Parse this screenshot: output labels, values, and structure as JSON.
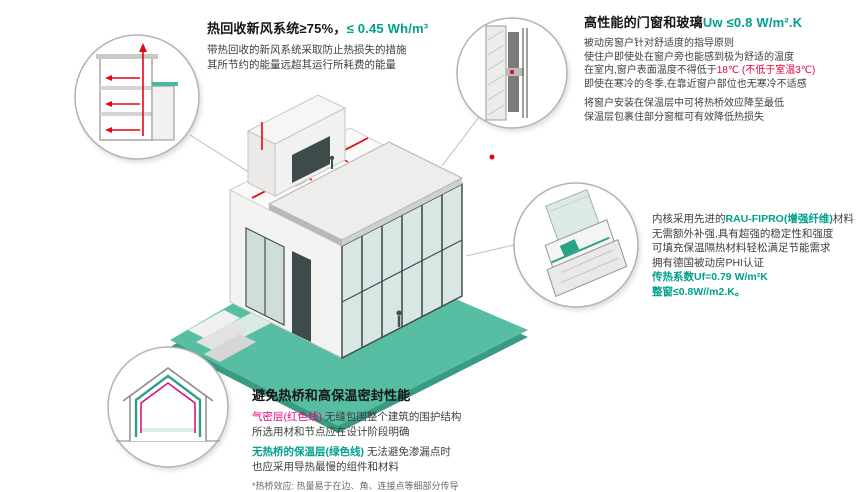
{
  "colors": {
    "accent_green": "#00A08C",
    "base_teal": "#57BEA4",
    "duct_red": "#E30613",
    "temperature_red": "#E60039",
    "airtight_magenta": "#E6007E",
    "title_text": "#151515",
    "body_text": "#3F3F3F",
    "circle_stroke": "#B3B3B3"
  },
  "annotations": {
    "heat_recovery": {
      "title_black": "热回收新风系统≥75%，",
      "title_green": "≤ 0.45 Wh/m³",
      "body": [
        "带热回收的新风系统采取防止热损失的措施",
        "其所节约的能量远超其运行所耗费的能量"
      ]
    },
    "windows": {
      "title_black": "高性能的门窗和玻璃",
      "title_green": "Uw ≤0.8 W/m².K",
      "body_1": "被动房窗户针对舒适度的指导原则",
      "body_2": "使住户即使处在窗户旁也能感到极为舒适的温度",
      "body_3_black": "在室内,窗户表面温度不得低于",
      "body_3_red": "18℃ (不低于室温3℃)",
      "body_4": "即使在寒冷的冬季,在靠近窗户部位也无寒冷不适感",
      "body_5": "将窗户安装在保温层中可将热桥效应降至最低",
      "body_6": "保温层包裹住部分窗框可有效降低热损失"
    },
    "profile": {
      "line1_black": "内核采用先进的",
      "line1_green": "RAU-FIPRO(增强纤维)",
      "line1_black2": "材料",
      "body": [
        "无需额外补强,具有超强的稳定性和强度",
        "可填充保温隔热材料轻松满足节能需求",
        "拥有德国被动房PHI认证"
      ],
      "stat_1": "传热系数Uf=0.79 W/m²K",
      "stat_2": "整窗≤0.8W//m2.K。"
    },
    "thermal": {
      "title": "避免热桥和高保温密封性能",
      "line1_red": "气密层(红色线)",
      "line1_rest": " 无缝包围整个建筑的围护结构",
      "line2": "所选用材和节点应在设计阶段明确",
      "line3_green": "无热桥的保温层(绿色线)",
      "line3_rest": " 无法避免渗漏点时",
      "line4": "也应采用导热最慢的组件和材料",
      "footnote": "*热桥效应: 热量易于在边、角、连接点等细部分传导"
    }
  },
  "illustrations": {
    "house": "passive-house-isometric-cutaway",
    "circle_topleft": "ventilation-building-section",
    "circle_topright": "window-installation-section",
    "circle_right": "window-frame-profile",
    "circle_bottomleft": "thermal-envelope-section"
  }
}
